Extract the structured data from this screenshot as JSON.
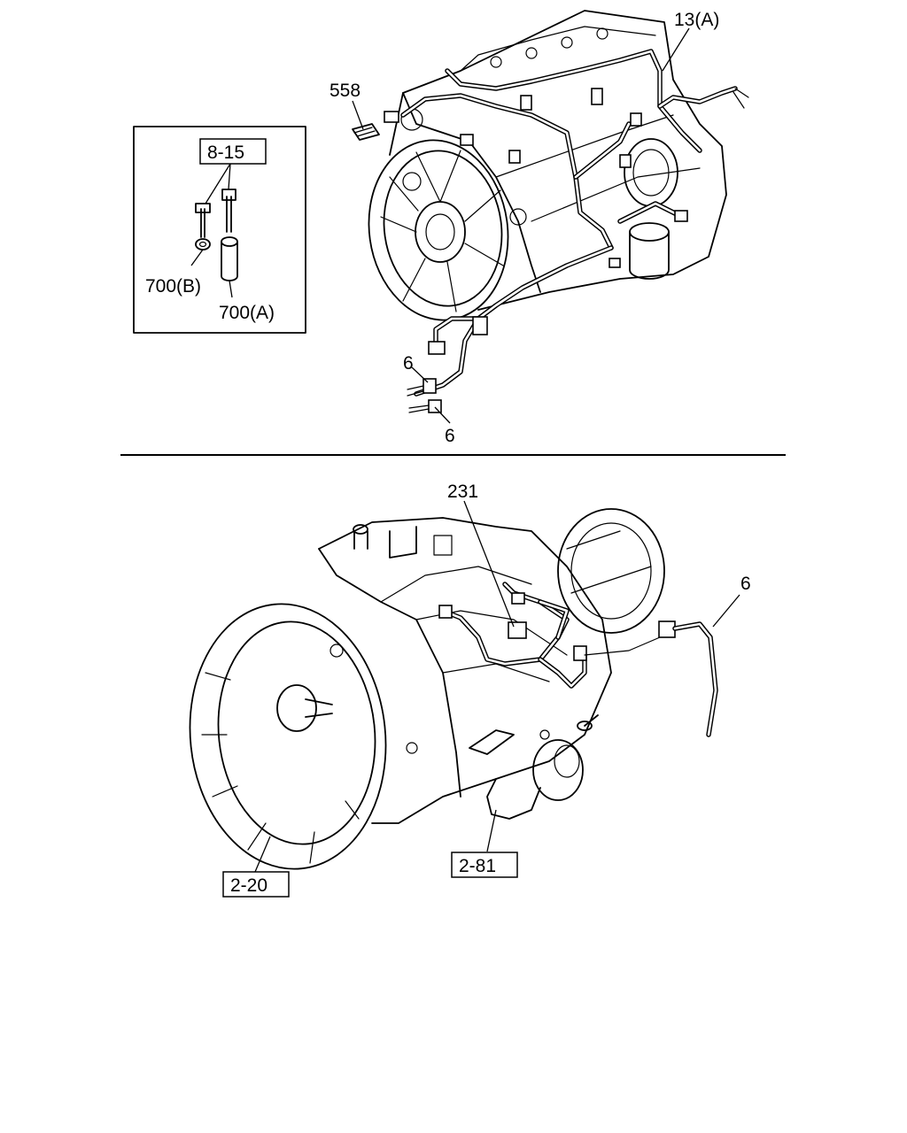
{
  "callouts": {
    "harness_13a": "13(A)",
    "clip_558": "558",
    "bolt_ref_8_15": "8-15",
    "nut_700b": "700(B)",
    "collar_700a": "700(A)",
    "harness_6_upper": "6",
    "harness_6_lower": "6",
    "harness_231": "231",
    "harness_6_trans": "6",
    "ref_2_20": "2-20",
    "ref_2_81": "2-81"
  }
}
